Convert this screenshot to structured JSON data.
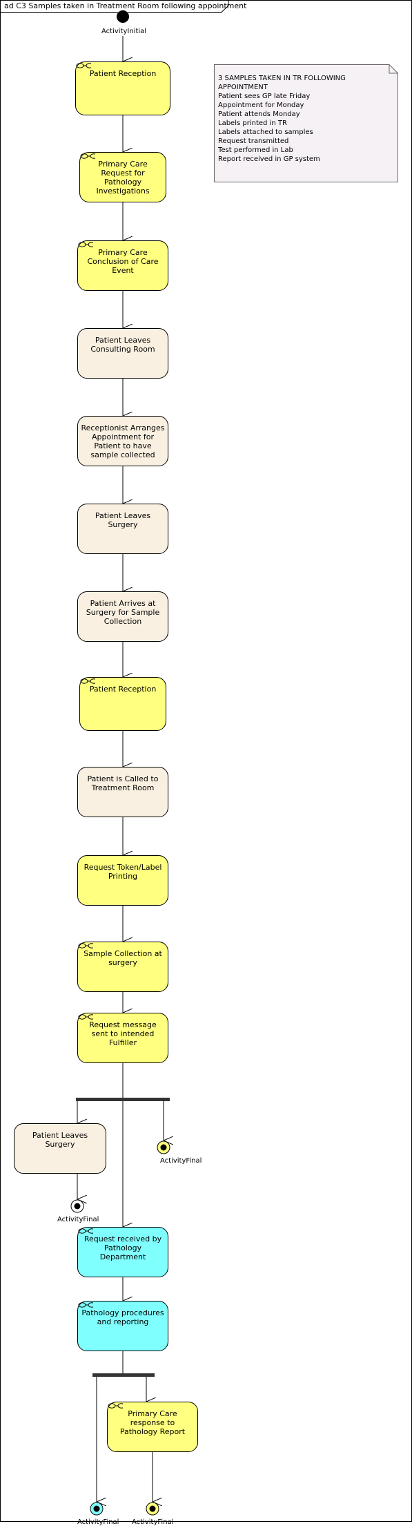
{
  "frame": {
    "title": "ad C3 Samples taken in Treatment Room following appointment"
  },
  "note": {
    "lines": [
      "3 SAMPLES TAKEN IN  TR FOLLOWING",
      "APPOINTMENT",
      "Patient sees GP late Friday",
      "Appointment for Monday",
      "Patient attends Monday",
      "Labels printed in TR",
      "Labels attached to samples",
      "Request transmitted",
      "Test performed in Lab",
      "Report received in GP system"
    ]
  },
  "initial": {
    "label": "ActivityInitial"
  },
  "activities": [
    {
      "label": "Patient Reception",
      "color": "#ffff80"
    },
    {
      "label": "Primary Care Request for Pathology Investigations",
      "color": "#ffff80"
    },
    {
      "label": "Primary Care Conclusion of Care Event",
      "color": "#ffff80"
    },
    {
      "label": "Patient Leaves Consulting Room",
      "color": "#faf0e1"
    },
    {
      "label": "Receptionist Arranges Appointment for Patient to have sample collected",
      "color": "#faf0e1"
    },
    {
      "label": "Patient Leaves Surgery",
      "color": "#faf0e1"
    },
    {
      "label": "Patient Arrives at Surgery for Sample Collection",
      "color": "#faf0e1"
    },
    {
      "label": "Patient Reception",
      "color": "#ffff80"
    },
    {
      "label": "Patient is Called to Treatment Room",
      "color": "#faf0e1"
    },
    {
      "label": "Request Token/Label Printing",
      "color": "#ffff80"
    },
    {
      "label": "Sample Collection at surgery",
      "color": "#ffff80"
    },
    {
      "label": "Request message sent to intended Fulfiller",
      "color": "#ffff80"
    },
    {
      "label": "Patient Leaves Surgery",
      "color": "#faf0e1"
    },
    {
      "label": "Request received by Pathology Department",
      "color": "#80ffff"
    },
    {
      "label": "Pathology procedures and reporting",
      "color": "#80ffff"
    },
    {
      "label": "Primary Care response to Pathology Report",
      "color": "#ffff80"
    }
  ],
  "finals": [
    {
      "label": "ActivityFinal",
      "color": "#ffff80"
    },
    {
      "label": "ActivityFinal",
      "color": "#ffffff"
    },
    {
      "label": "ActivityFinal",
      "color": "#80ffff"
    },
    {
      "label": "ActivityFinal",
      "color": "#ffff80"
    }
  ]
}
